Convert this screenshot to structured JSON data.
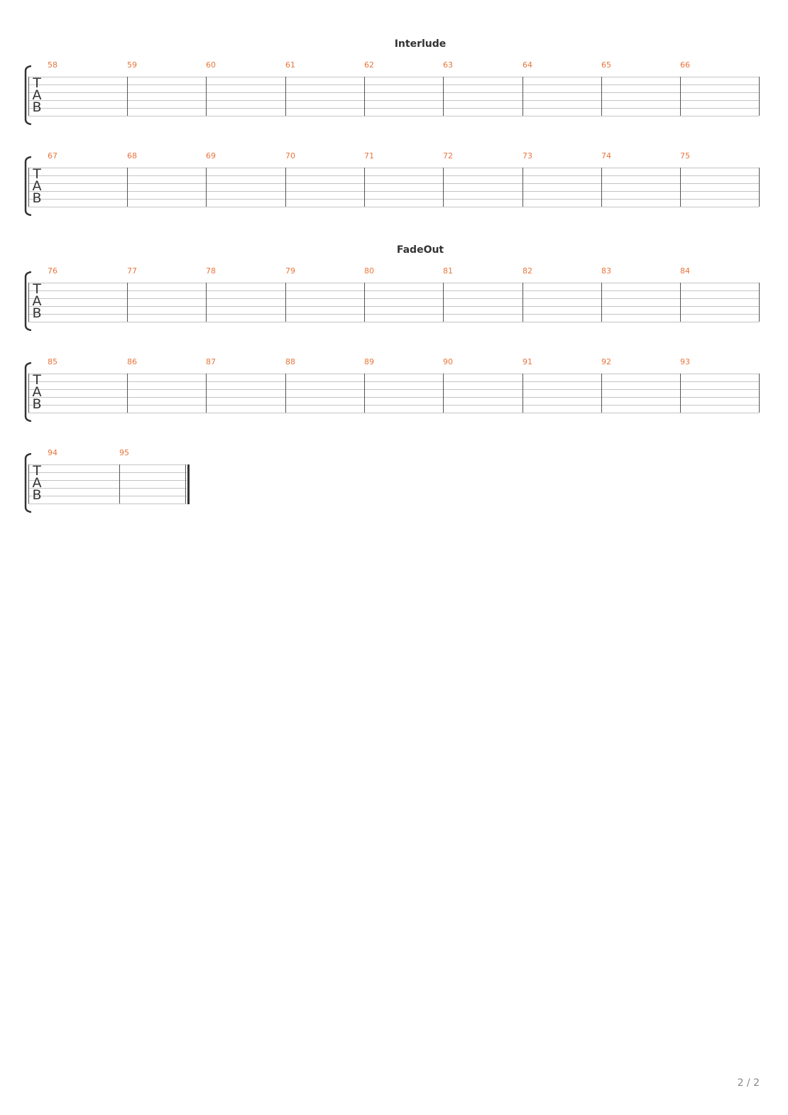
{
  "section_labels": [
    "Interlude",
    "FadeOut"
  ],
  "clef_letters": [
    "T",
    "A",
    "B"
  ],
  "systems": [
    {
      "section": "Interlude",
      "measures": [
        "58",
        "59",
        "60",
        "61",
        "62",
        "63",
        "64",
        "65",
        "66"
      ],
      "final": false
    },
    {
      "section": "",
      "measures": [
        "67",
        "68",
        "69",
        "70",
        "71",
        "72",
        "73",
        "74",
        "75"
      ],
      "final": false
    },
    {
      "section": "FadeOut",
      "measures": [
        "76",
        "77",
        "78",
        "79",
        "80",
        "81",
        "82",
        "83",
        "84"
      ],
      "final": false
    },
    {
      "section": "",
      "measures": [
        "85",
        "86",
        "87",
        "88",
        "89",
        "90",
        "91",
        "92",
        "93"
      ],
      "final": false
    },
    {
      "section": "",
      "measures": [
        "94",
        "95"
      ],
      "final": true
    }
  ],
  "page_number": "2 / 2",
  "colors": {
    "measure_number": "#e8743b",
    "staff_line": "#c4c4c4",
    "bar_line": "#555555",
    "text": "#333333"
  }
}
